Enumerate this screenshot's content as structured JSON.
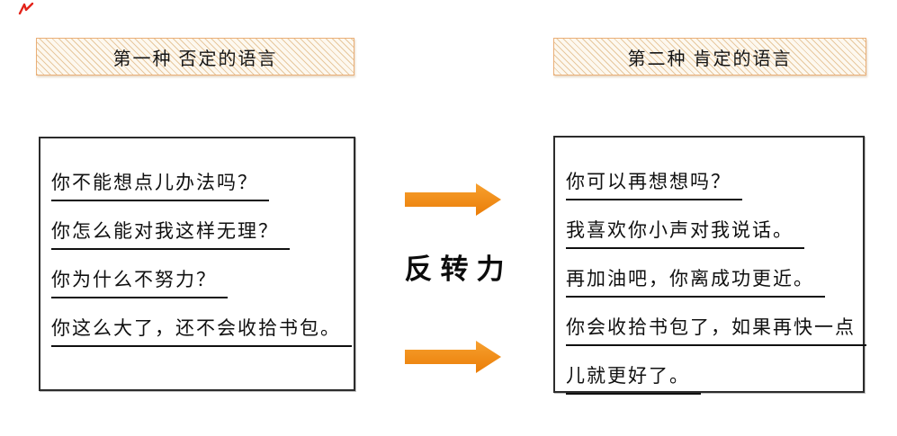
{
  "page": {
    "background_color": "#ffffff"
  },
  "decor": {
    "spark_icon": "red-spark-icon",
    "spark_color": "#e3231a"
  },
  "headers": {
    "left": {
      "title": "第一种 否定的语言"
    },
    "right": {
      "title": "第二种 肯定的语言"
    },
    "fill_color": "#fdf8ef",
    "hatch_line_color": "#e7c89e",
    "border_color": "#eaaf78"
  },
  "negative_box": {
    "lines": [
      "你不能想点儿办法吗？",
      "你怎么能对我这样无理？",
      "你为什么不努力？",
      "你这么大了，还不会收拾书包。"
    ],
    "underline_color": "#101010",
    "border_color": "#2c2c2c"
  },
  "positive_box": {
    "lines": [
      "你可以再想想吗？",
      "我喜欢你小声对我说话。",
      "再加油吧，你离成功更近。",
      "你会收拾书包了，如果再快一点",
      "儿就更好了。"
    ],
    "underline_color": "#101010",
    "border_color": "#2c2c2c"
  },
  "center": {
    "label": "反转力",
    "arrow_icon": "right-arrow-icon",
    "arrow_color": "#f08a18",
    "arrow_color_light": "#f7a02f",
    "arrow_color_dark": "#ea7d07"
  }
}
